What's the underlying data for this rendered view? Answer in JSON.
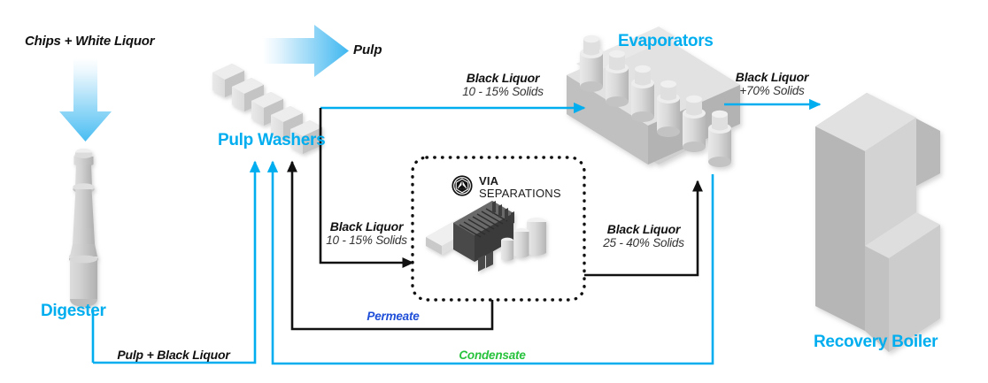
{
  "diagram": {
    "title": "Kraft pulp mill black liquor concentration flow diagram",
    "accent_cyan": "#00AEEF",
    "accent_blue": "#1f4fd8",
    "accent_green": "#27c23c",
    "equipment_grey": "#c9c9c9"
  },
  "nodes": {
    "digester": "Digester",
    "pulp_washers": "Pulp Washers",
    "evaporators": "Evaporators",
    "recovery_boiler": "Recovery Boiler"
  },
  "inputs": {
    "chips": "Chips + White Liquor",
    "pulp": "Pulp"
  },
  "streams": {
    "bl_to_evap": {
      "title": "Black Liquor",
      "sub": "10 - 15% Solids"
    },
    "bl_to_via": {
      "title": "Black Liquor",
      "sub": "10 - 15% Solids"
    },
    "bl_via_out": {
      "title": "Black Liquor",
      "sub": "25 - 40% Solids"
    },
    "bl_to_boiler": {
      "title": "Black Liquor",
      "sub": "+70% Solids"
    },
    "pulp_black_liquor": "Pulp + Black Liquor",
    "permeate": "Permeate",
    "condensate": "Condensate"
  },
  "via_box": {
    "logo_line1": "VIA",
    "logo_line2": "SEPARATIONS"
  }
}
